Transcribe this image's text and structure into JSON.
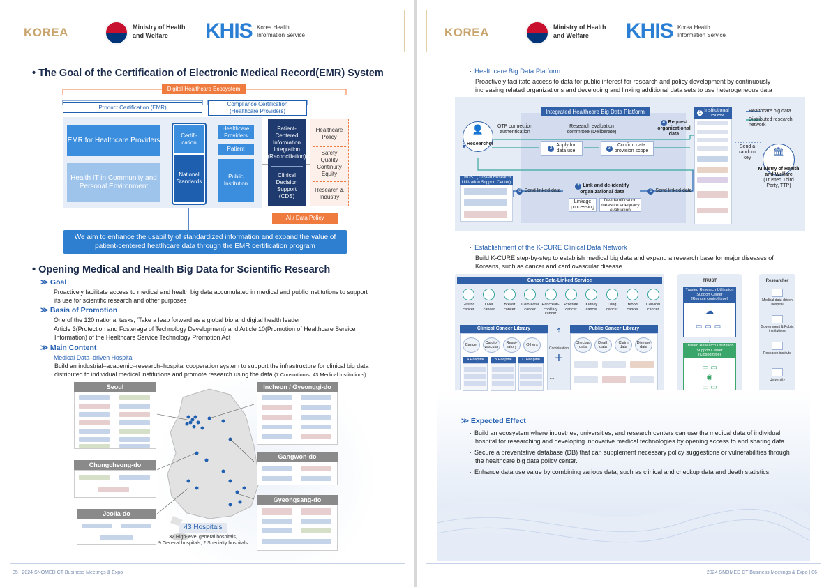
{
  "header": {
    "korea": "KOREA",
    "ministry": [
      "Ministry of Health",
      "and Welfare"
    ],
    "khis": "KHIS",
    "khis_sub": [
      "Korea Health",
      "Information Service"
    ]
  },
  "left": {
    "title1": "The Goal of the Certification of Electronic Medical Record(EMR) System",
    "emr": {
      "ecosystem": "Digital Healthcare Ecosystem",
      "product_cert": "Product Certification (EMR)",
      "compliance_cert": [
        "Compliance Certification",
        "(Healthcare Providers)"
      ],
      "emr_providers": "EMR for Healthcare Providers",
      "health_it": [
        "Health IT in Community and",
        "Personal Environment"
      ],
      "certification": [
        "Certifi-",
        "cation"
      ],
      "national_standards": [
        "National",
        "Standards"
      ],
      "healthcare_providers": [
        "Healthcare",
        "Providers"
      ],
      "patient": "Patient",
      "public_institution": [
        "Public",
        "Institution"
      ],
      "pcii": [
        "Patient-",
        "Centered",
        "Information",
        "Integration",
        "(Reconciliation)"
      ],
      "cds": [
        "Clinical",
        "Decision",
        "Support",
        "(CDS)"
      ],
      "healthcare_policy": [
        "Healthcare",
        "Policy"
      ],
      "sqce": [
        "Safety",
        "Quality",
        "Continuity",
        "Equity"
      ],
      "research_industry": [
        "Research &",
        "Industry"
      ],
      "ai_policy": "AI / Data Policy",
      "aim": [
        "We aim to enhance the usability of standardized information and expand the value of",
        "patient-centered heatlhcare data through the EMR certification program"
      ]
    },
    "title2": "Opening Medical and Health Big Data for Scientific Research",
    "goal_h": "Goal",
    "goal_text": [
      "Proactively facilitate access to medical and health big data accumulated in medical and public institutions to support",
      "its use for scientific research and other purposes"
    ],
    "basis_h": "Basis of Promotion",
    "basis_1": "One of the 120 national tasks, ‘Take a leap forward as a global bio and digital health leader’",
    "basis_2": [
      "Article 3(Protection and Fosterage of Technology Development) and Article 10(Promotion of Healthcare Service",
      "Information) of the Healthcare Service Technology Promotion Act"
    ],
    "main_h": "Main Content",
    "main_sub": "Medical Data–driven Hospital",
    "main_text": [
      "Build an industrial–academic–research–hospital cooperation system to support the infrastructure for clinical big data",
      "distributed to individual medical institutions and promote research using the data"
    ],
    "main_small": "(7 Consortiums, 43 Medical Institutions)",
    "map": {
      "seoul": "Seoul",
      "incheon": "Incheon / Gyeonggi-do",
      "chungcheong": "Chungcheong-do",
      "gangwon": "Gangwon-do",
      "jeolla": "Jeolla-do",
      "gyeongsang": "Gyeongsang-do",
      "hospitals": "43 Hospitals",
      "hosp_detail": [
        "32 High-level general hospitals,",
        "9 General hospitals, 2 Specialty hospitals"
      ]
    },
    "footer": "05  |  2024 SNOMED CT Business Meetings & Expo"
  },
  "right": {
    "s1_title": "Healthcare Big Data Platform",
    "s1_text": [
      "Proactively facilitate access to data for public interest for research and policy development by continuously",
      "increasing related organizations and developing and linking additional data sets to use heterogeneous data"
    ],
    "platform": {
      "integrated": "Integrated Healthcare Big Data Platform",
      "otp": [
        "OTP connection",
        "authentication"
      ],
      "rec": [
        "Research evaluation",
        "committee (Deliberate)"
      ],
      "request": [
        "Request",
        "organizational data"
      ],
      "researcher": "Researcher",
      "apply": [
        "Apply for",
        "data use"
      ],
      "confirm": [
        "Confirm data",
        "provision scope"
      ],
      "inst_review": [
        "Institutional",
        "review"
      ],
      "legend1": "Healthcare big data",
      "legend2": [
        "Distributed research",
        "network"
      ],
      "send_key": [
        "Send a",
        "random",
        "key"
      ],
      "mohw_ttp": [
        "Ministry of Health",
        "and Welfare",
        "(Trusted Third",
        "Party, TTP)"
      ],
      "trust_center": [
        "TRUST (Trusted Research",
        "Utilization Support Center)"
      ],
      "send_linked": "Send linked data",
      "link_deid": [
        "Link and de-identify",
        "organizational data"
      ],
      "send_linked2": "Send linked data",
      "linkage": [
        "Linkage",
        "processing"
      ],
      "deid": [
        "De-identification",
        "measure adequacy",
        "evaluation"
      ],
      "n1": "1",
      "n2": "2",
      "n3": "3",
      "n4": "4",
      "n5": "5",
      "n6": "6",
      "n7": "7",
      "n8": "8"
    },
    "s2_title": "Establishment of the K-CURE Clinical Data Network",
    "s2_text": [
      "Build K-CURE step-by-step to establish medical big data and expand a research base for major diseases of",
      "Koreans, such as cancer and cardiovascular disease"
    ],
    "kcure": {
      "service": "Cancer Data-Linked Service",
      "cancers": [
        "Gastric cancer",
        "Liver cancer",
        "Breast cancer",
        "Colorectal cancer",
        "Pancreati-cobiliary cancer",
        "Prostate cancer",
        "Kidney cancer",
        "Lung cancer",
        "Blood cancer",
        "Cervical cancer"
      ],
      "clinical_lib": "Clinical Cancer Library",
      "public_lib": "Public Cancer Library",
      "clinical_items": [
        "Cancer",
        "Cardio-vascular",
        "Respi-ratory",
        "Others"
      ],
      "public_items": [
        "Checkup data",
        "Death data",
        "Claim data",
        "Disease data"
      ],
      "hospitals": [
        "A Hospital",
        "B Hospital",
        "C Hospital"
      ],
      "combination": "Combination",
      "trust": "TRUST",
      "tr_remote": [
        "Trusted Research Utilization",
        "Support Center",
        "(Remote control type)"
      ],
      "tr_closed": [
        "Trusted Research Utilization",
        "Support Center",
        "(Closed type)"
      ],
      "researcher": "Researcher",
      "researcher_types": [
        "Medical data-driven hospital",
        "Government & Public institutions",
        "Research institute",
        "University"
      ]
    },
    "expected_h": "Expected Effect",
    "exp1": [
      "Build an ecosystem where industries, universities, and research centers can use the medical data of individual",
      "hospital for researching and developing innovative medical technologies by opening access to and sharing data."
    ],
    "exp2": [
      "Secure a preventative database (DB) that can supplement necessary policy suggestions or vulnerabilities through",
      "the healthcare big data policy center."
    ],
    "exp3": "Enhance data use value by combining various data, such as clinical and checkup data and death statistics.",
    "footer": "2024 SNOMED CT Business Meetings & Expo  |  06"
  },
  "colors": {
    "accent": "#2660b0",
    "orange": "#f07b3f",
    "gold": "#c9a46c",
    "navy": "#1e3a6e"
  }
}
